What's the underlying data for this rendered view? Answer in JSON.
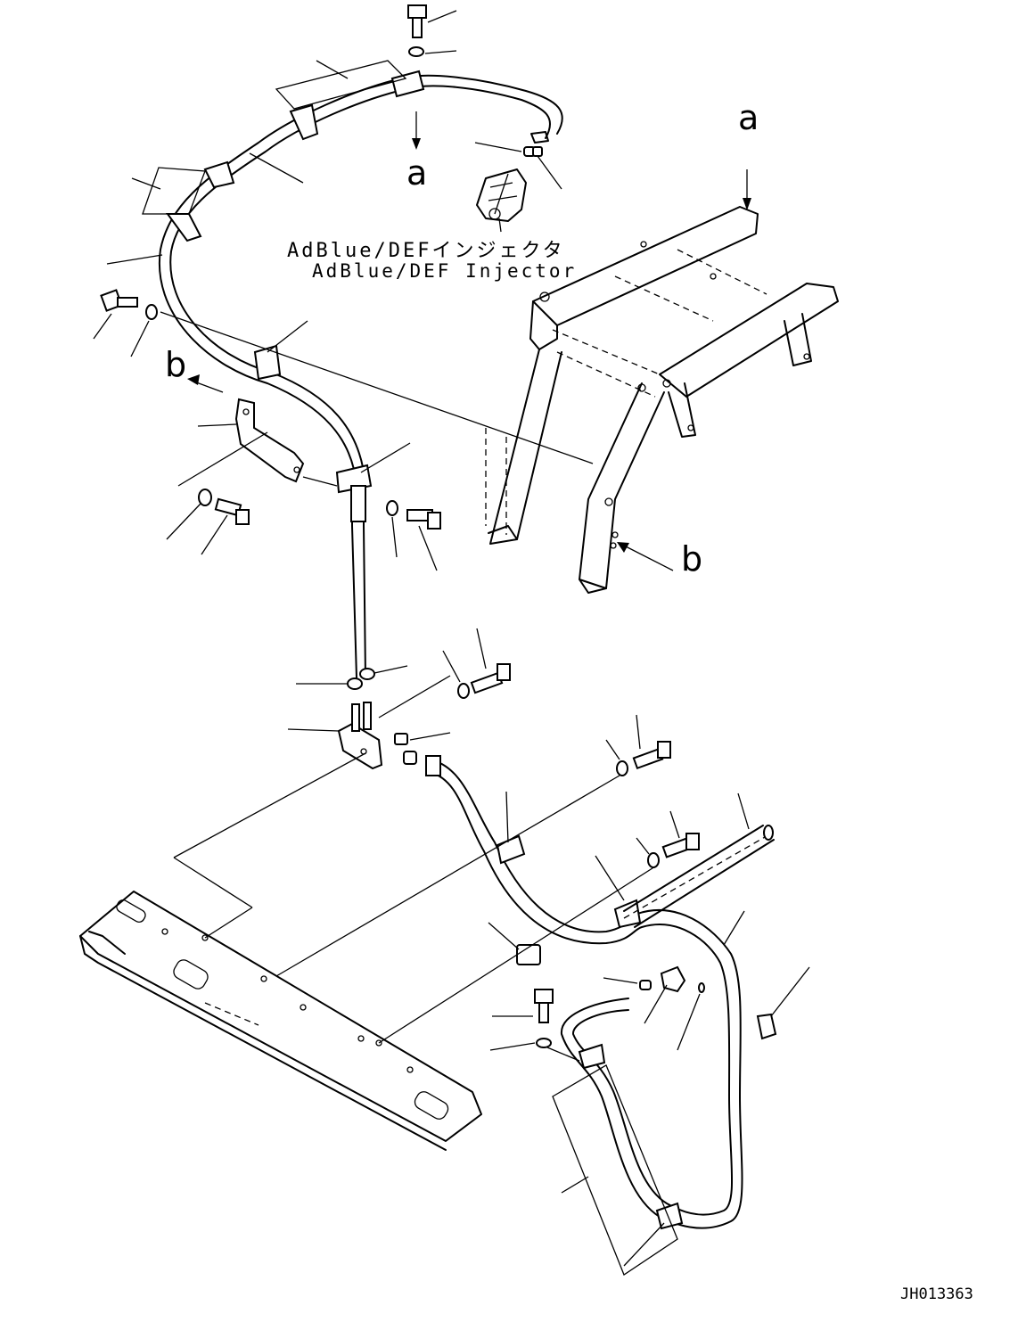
{
  "injector_label_jp": "AdBlue/DEFインジェクタ",
  "injector_label_en": "AdBlue/DEF Injector",
  "view_marks": {
    "a": "a",
    "b": "b"
  },
  "drawing_number": "JH013363"
}
